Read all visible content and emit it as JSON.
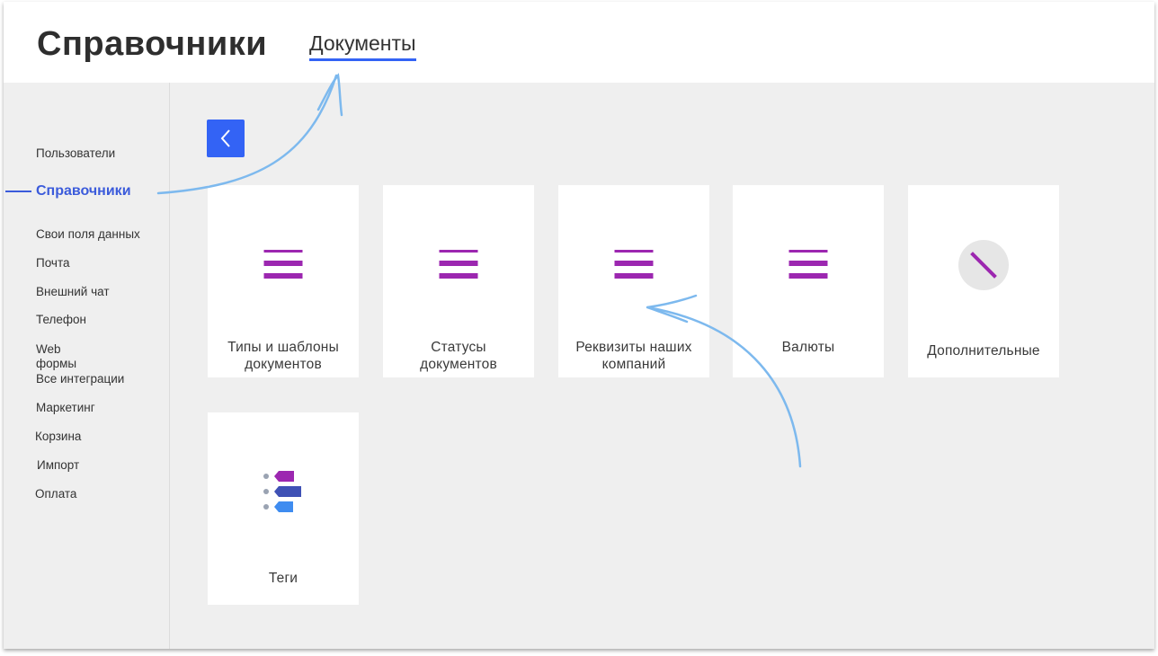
{
  "header": {
    "title": "Справочники",
    "active_tab": "Документы"
  },
  "sidebar": {
    "items": [
      {
        "label": "Пользователи",
        "active": false
      },
      {
        "label": "Справочники",
        "active": true
      },
      {
        "label": "Свои поля данных",
        "active": false
      },
      {
        "label": "Почта",
        "active": false
      },
      {
        "label": "Внешний чат",
        "active": false
      },
      {
        "label": "Телефон",
        "active": false
      },
      {
        "label": "Web",
        "active": false
      },
      {
        "label": "формы",
        "active": false
      },
      {
        "label": "Все интеграции",
        "active": false
      },
      {
        "label": "Маркетинг",
        "active": false
      },
      {
        "label": "Корзина",
        "active": false
      },
      {
        "label": "Импорт",
        "active": false
      },
      {
        "label": "Оплата",
        "active": false
      }
    ]
  },
  "back_button": {
    "icon": "chevron-left-icon"
  },
  "cards": [
    {
      "line1": "Типы и шаблоны",
      "line2": "документов",
      "icon": "menu-icon"
    },
    {
      "line1": "Статусы",
      "line2": "документов",
      "icon": "menu-icon"
    },
    {
      "line1": "Реквизиты наших",
      "line2": "компаний",
      "icon": "menu-icon"
    },
    {
      "line1": "Валюты",
      "line2": "",
      "icon": "menu-icon"
    },
    {
      "line1": "Дополнительные",
      "line2": "",
      "icon": "slash-icon"
    },
    {
      "line1": "Теги",
      "line2": "",
      "icon": "tags-icon"
    }
  ],
  "colors": {
    "accent": "#3363f5",
    "active_text": "#3b5bdb",
    "icon_purple": "#9c27b0",
    "background": "#efefef",
    "annotation_arrow": "#7db9ee"
  }
}
